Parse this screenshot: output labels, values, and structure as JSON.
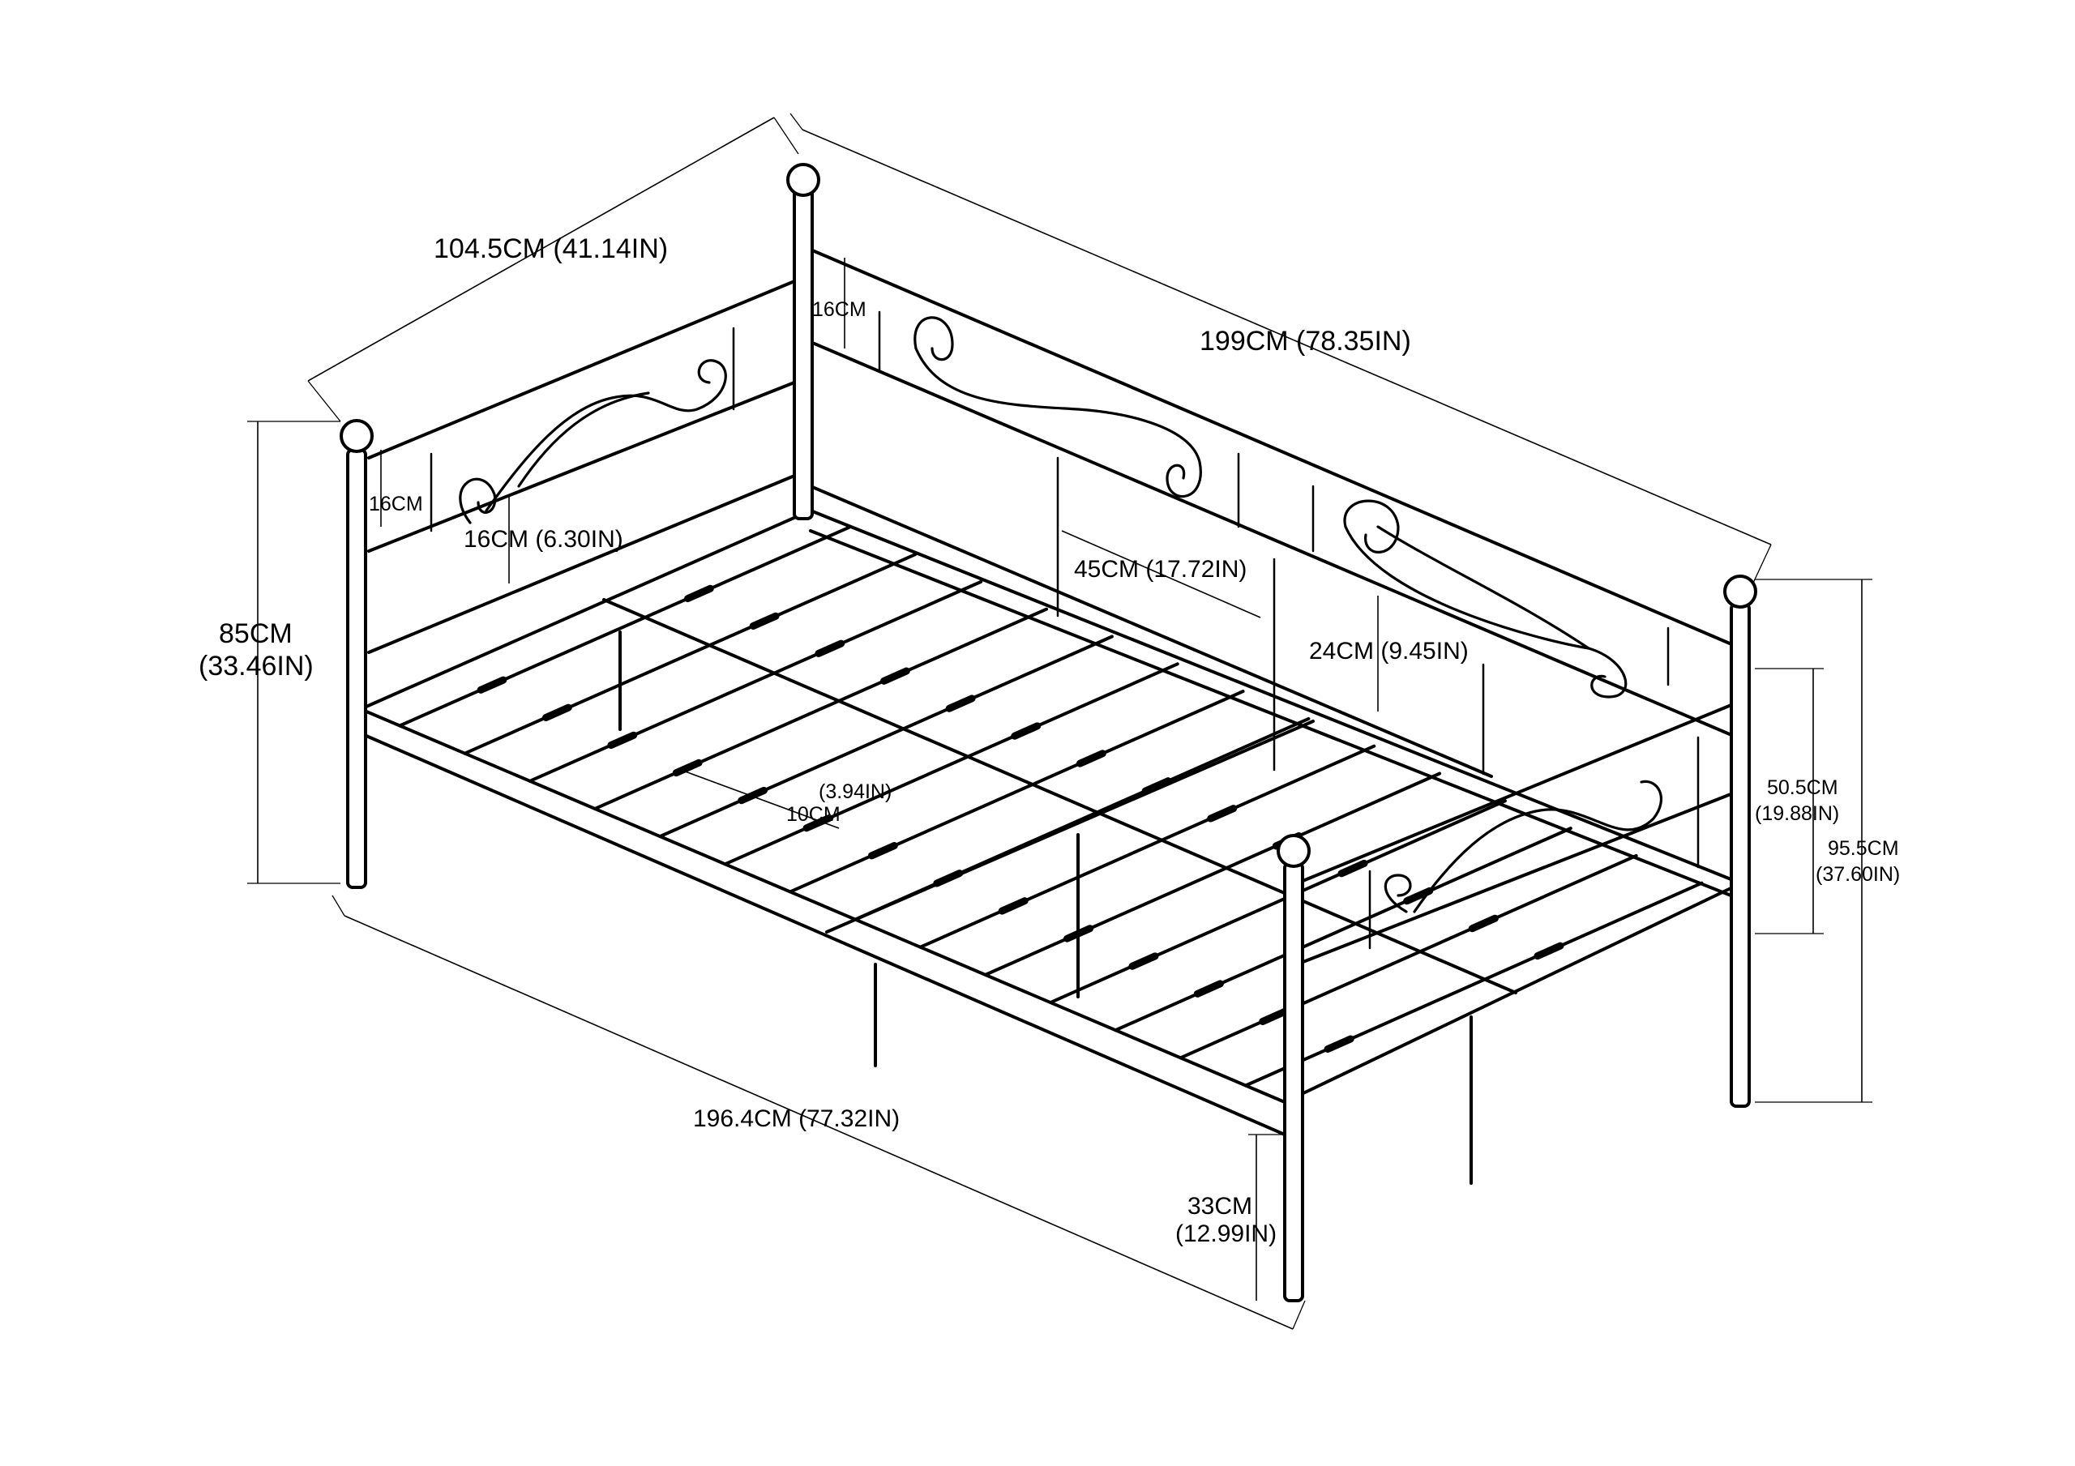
{
  "diagram": {
    "labels": {
      "head_width": "104.5CM (41.14IN)",
      "side_length": "199CM (78.35IN)",
      "total_height_cm": "85CM",
      "total_height_in": "(33.46IN)",
      "rail_gap_head": "16CM",
      "rail_gap_back": "16CM",
      "rail_gap_inch": "16CM (6.30IN)",
      "post_spacing": "45CM (17.72IN)",
      "back_panel_height": "24CM (9.45IN)",
      "footboard_cm": "50.5CM",
      "footboard_in": "(19.88IN)",
      "foot_post_cm": "95.5CM",
      "foot_post_in": "(37.60IN)",
      "slat_gap_in": "(3.94IN)",
      "slat_gap_cm": "10CM",
      "frame_length": "196.4CM (77.32IN)",
      "clearance_cm": "33CM",
      "clearance_in": "(12.99IN)"
    }
  }
}
